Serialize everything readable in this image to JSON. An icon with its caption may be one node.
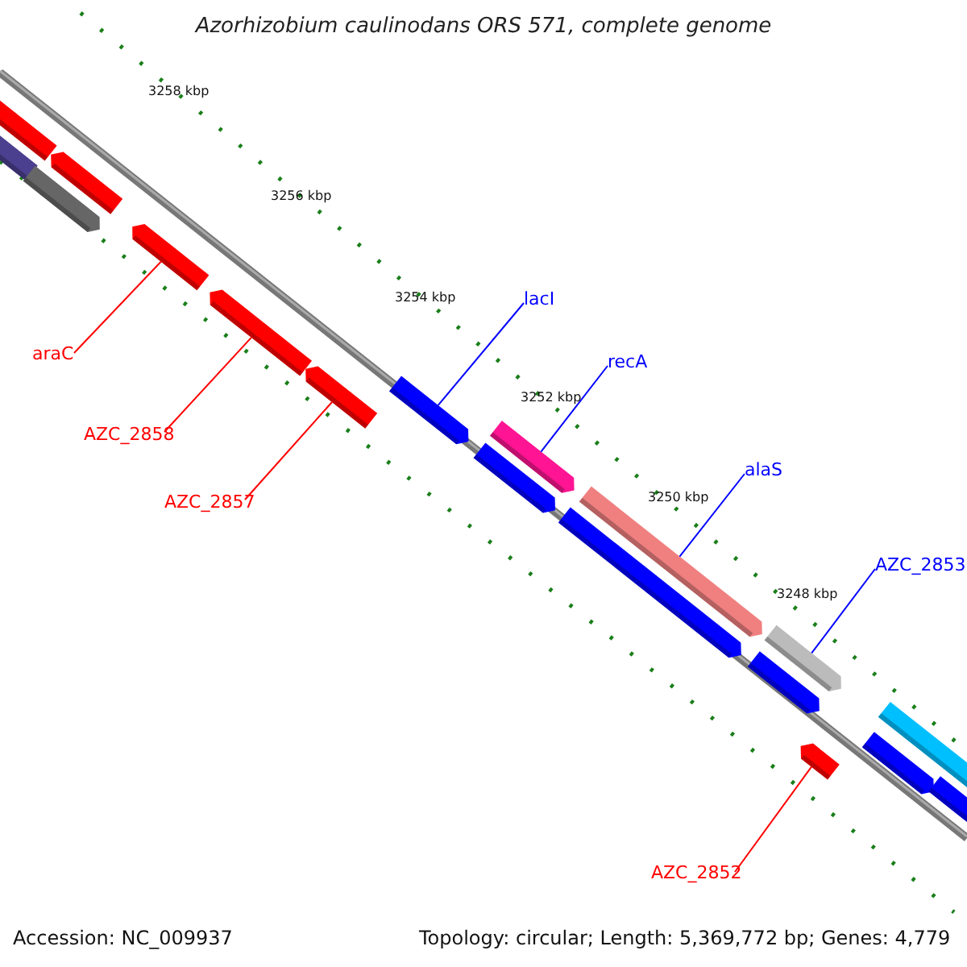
{
  "diagram": {
    "title": "Azorhizobium caulinodans ORS 571, complete genome",
    "nodes": [
      {
        "text": [],
        "shape": "bar"
      },
      {
        "text": [],
        "shape": "bar"
      },
      {
        "text": [],
        "shape": "bar"
      },
      {
        "text": [],
        "shape": "bar"
      },
      {
        "text": [],
        "shape": "bar"
      },
      {
        "text": [],
        "shape": "bar"
      },
      {
        "text": [],
        "shape": "bar"
      },
      {
        "text": [],
        "shape": "bar"
      },
      {
        "text": [],
        "shape": "bar"
      },
      {
        "text": [],
        "shape": "bar"
      },
      {
        "text": [],
        "shape": "bar"
      },
      {
        "text": [],
        "shape": "bar"
      },
      {
        "text": [],
        "shape": "bar"
      },
      {
        "text": [],
        "shape": "bar"
      },
      {
        "text": [],
        "shape": "bar"
      },
      {
        "text": [],
        "shape": "bar"
      },
      {
        "text": [],
        "shape": "bar"
      },
      {
        "text": [],
        "shape": "bar"
      },
      {
        "text": [
          "araC"
        ]
      },
      {
        "text": [
          "AZC_2858"
        ]
      },
      {
        "text": [
          "AZC_2857"
        ]
      },
      {
        "text": [
          "lacI"
        ]
      },
      {
        "text": [
          "recA"
        ]
      },
      {
        "text": [
          "alaS"
        ]
      },
      {
        "text": [
          "AZC_2853"
        ]
      },
      {
        "text": [
          "AZC_2852"
        ]
      }
    ],
    "edges": [
      {
        "from": 18,
        "to": 4,
        "arrow": "none"
      },
      {
        "from": 19,
        "to": 5,
        "arrow": "none"
      },
      {
        "from": 20,
        "to": 6,
        "arrow": "none"
      },
      {
        "from": 21,
        "to": 7,
        "arrow": "none",
        "color": "#0000ff"
      },
      {
        "from": 22,
        "to": 8,
        "arrow": "none",
        "color": "#0000ff"
      },
      {
        "from": 23,
        "to": 10,
        "arrow": "none",
        "color": "#0000ff"
      },
      {
        "from": 24,
        "to": 12,
        "arrow": "none",
        "color": "#0000ff"
      },
      {
        "from": 25,
        "to": 14,
        "arrow": "none"
      }
    ],
    "labels": [
      "3258 kbp",
      "3256 kbp",
      "3254 kbp",
      "3252 kbp",
      "3250 kbp",
      "3248 kbp",
      "Accession: NC_009937",
      "Topology: circular; Length: 5,369,772 bp; Genes: 4,779"
    ]
  }
}
